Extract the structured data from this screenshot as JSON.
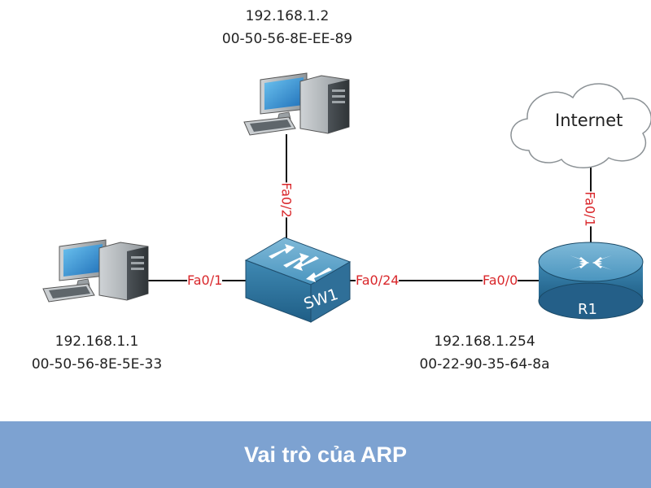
{
  "hosts": {
    "top": {
      "ip": "192.168.1.2",
      "mac": "00-50-56-8E-EE-89"
    },
    "left": {
      "ip": "192.168.1.1",
      "mac": "00-50-56-8E-5E-33"
    },
    "router": {
      "ip": "192.168.1.254",
      "mac": "00-22-90-35-64-8a"
    }
  },
  "ports": {
    "sw_to_top": "Fa0/2",
    "sw_to_left": "Fa0/1",
    "sw_to_router": "Fa0/24",
    "router_to_sw": "Fa0/0",
    "router_to_internet": "Fa0/1"
  },
  "devices": {
    "switch_label": "SW1",
    "router_label": "R1",
    "cloud_label": "Internet"
  },
  "footer": {
    "title": "Vai trò của ARP"
  },
  "colors": {
    "device_blue": "#3f8cb4",
    "port_label": "#d9262a",
    "footer_bg": "#7da2d1"
  }
}
